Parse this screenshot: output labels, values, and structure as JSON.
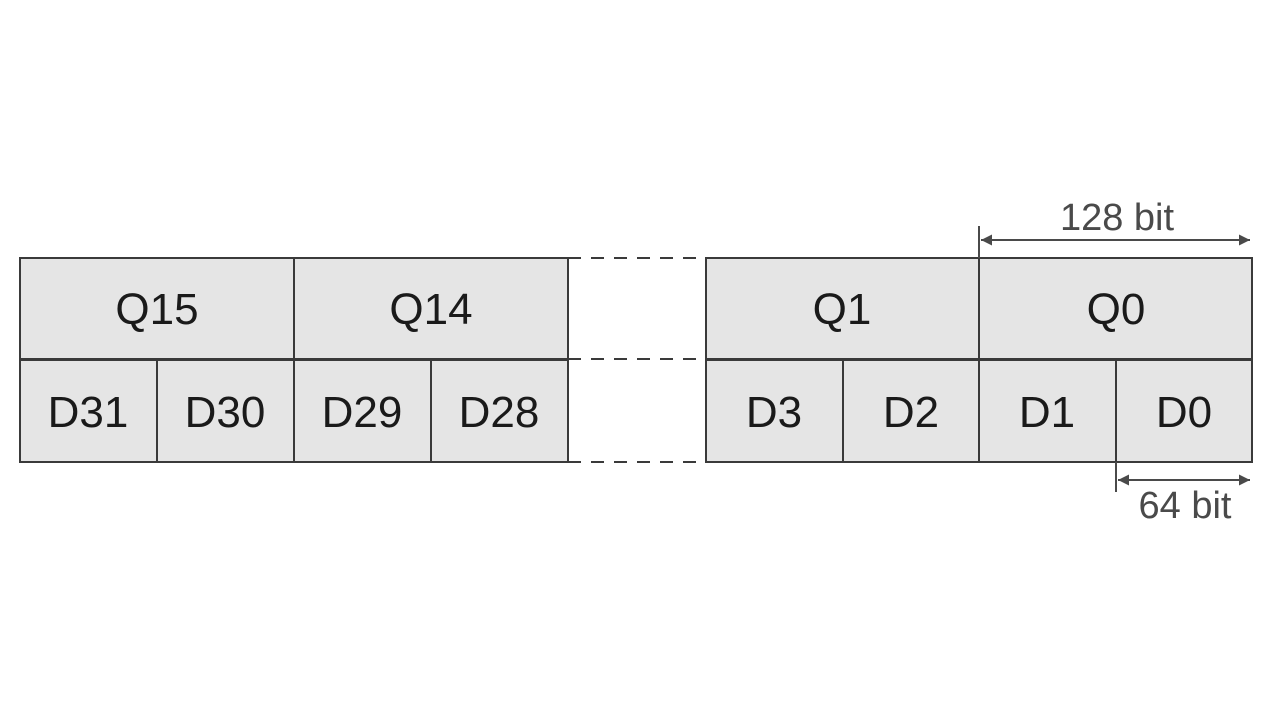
{
  "diagram": {
    "quad_registers": {
      "left": [
        "Q15",
        "Q14"
      ],
      "right": [
        "Q1",
        "Q0"
      ]
    },
    "double_registers": {
      "left": [
        "D31",
        "D30",
        "D29",
        "D28"
      ],
      "right": [
        "D3",
        "D2",
        "D1",
        "D0"
      ]
    },
    "dimensions": {
      "quad_width": "128 bit",
      "double_width": "64 bit"
    },
    "colors": {
      "cell_fill": "#e5e5e5",
      "border": "#3a3a3a",
      "dimension": "#4a4a4a"
    }
  }
}
